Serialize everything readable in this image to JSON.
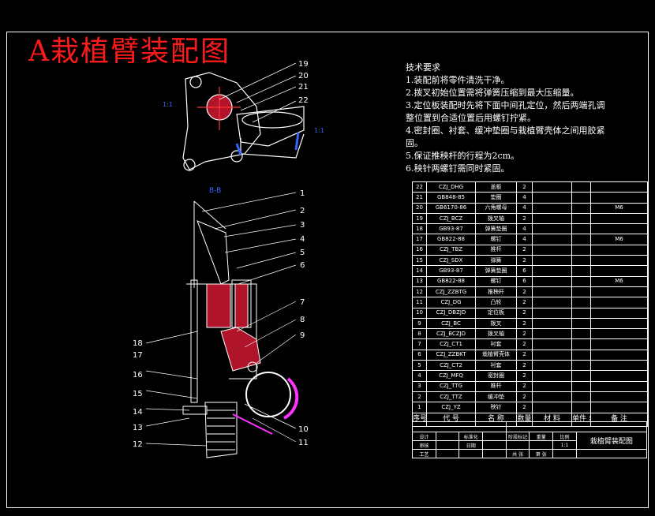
{
  "title": "A栽植臂装配图",
  "requirements": {
    "heading": "技术要求",
    "items": [
      "1.装配前将零件清洗干净。",
      "2.拨叉初始位置需将弹簧压缩到最大压缩量。",
      "3.定位板装配时先将下面中间孔定位，然后两端孔调",
      "整位置到合适位置后用螺钉拧紧。",
      "4.密封圈、衬套、缓冲垫圈与栽植臂壳体之间用胶紧",
      "固。",
      "5.保证推秧杆的行程为2cm。",
      "6.秧针两螺钉需同时紧固。"
    ]
  },
  "view_labels": {
    "top": "B-B",
    "section_left": "1:1",
    "section_right": "1:1"
  },
  "bom": {
    "rows": [
      {
        "no": "22",
        "code": "CZJ_DHG",
        "name": "盖板",
        "qty": "2",
        "note": ""
      },
      {
        "no": "21",
        "code": "GB848-85",
        "name": "垫圈",
        "qty": "4",
        "note": ""
      },
      {
        "no": "20",
        "code": "GB6170-86",
        "name": "六角螺母",
        "qty": "4",
        "note": "M6"
      },
      {
        "no": "19",
        "code": "CZJ_BCZ",
        "name": "拨叉轴",
        "qty": "2",
        "note": ""
      },
      {
        "no": "18",
        "code": "GB93-87",
        "name": "弹簧垫圈",
        "qty": "4",
        "note": ""
      },
      {
        "no": "17",
        "code": "GB822-88",
        "name": "螺钉",
        "qty": "4",
        "note": "M6"
      },
      {
        "no": "16",
        "code": "CZJ_TBZ",
        "name": "推杆",
        "qty": "2",
        "note": ""
      },
      {
        "no": "15",
        "code": "CZJ_SDX",
        "name": "弹簧",
        "qty": "2",
        "note": ""
      },
      {
        "no": "14",
        "code": "GB93-87",
        "name": "弹簧垫圈",
        "qty": "6",
        "note": ""
      },
      {
        "no": "13",
        "code": "GB822-88",
        "name": "螺钉",
        "qty": "6",
        "note": "M6"
      },
      {
        "no": "12",
        "code": "CZJ_ZZBTG",
        "name": "推秧杆",
        "qty": "2",
        "note": ""
      },
      {
        "no": "11",
        "code": "CZJ_DG",
        "name": "凸轮",
        "qty": "2",
        "note": ""
      },
      {
        "no": "10",
        "code": "CZJ_DBZJD",
        "name": "定位板",
        "qty": "2",
        "note": ""
      },
      {
        "no": "9",
        "code": "CZJ_BC",
        "name": "拨叉",
        "qty": "2",
        "note": ""
      },
      {
        "no": "8",
        "code": "CZJ_BCZJD",
        "name": "拨叉轴",
        "qty": "2",
        "note": ""
      },
      {
        "no": "7",
        "code": "CZJ_CT1",
        "name": "衬套",
        "qty": "2",
        "note": ""
      },
      {
        "no": "6",
        "code": "CZJ_ZZBKT",
        "name": "栽植臂壳体",
        "qty": "2",
        "note": ""
      },
      {
        "no": "5",
        "code": "CZJ_CT2",
        "name": "衬套",
        "qty": "2",
        "note": ""
      },
      {
        "no": "4",
        "code": "CZJ_MFQ",
        "name": "密封圈",
        "qty": "2",
        "note": ""
      },
      {
        "no": "3",
        "code": "CZJ_TTG",
        "name": "推杆",
        "qty": "2",
        "note": ""
      },
      {
        "no": "2",
        "code": "CZJ_TTZ",
        "name": "缓冲垫",
        "qty": "2",
        "note": ""
      },
      {
        "no": "1",
        "code": "CZJ_YZ",
        "name": "秧针",
        "qty": "2",
        "note": ""
      }
    ],
    "header": {
      "no": "序号",
      "code": "代  号",
      "name": "名  称",
      "qty": "数量",
      "material": "材  料",
      "weight": "单件 总计",
      "note": "备  注"
    }
  },
  "title_block": {
    "drawing_name": "栽植臂装配图",
    "scale": "1:1",
    "cells": [
      "设计",
      "标准化",
      "审核",
      "工艺",
      "日期",
      "阶段标记",
      "重量",
      "比例",
      "共  张",
      "第  张"
    ]
  }
}
